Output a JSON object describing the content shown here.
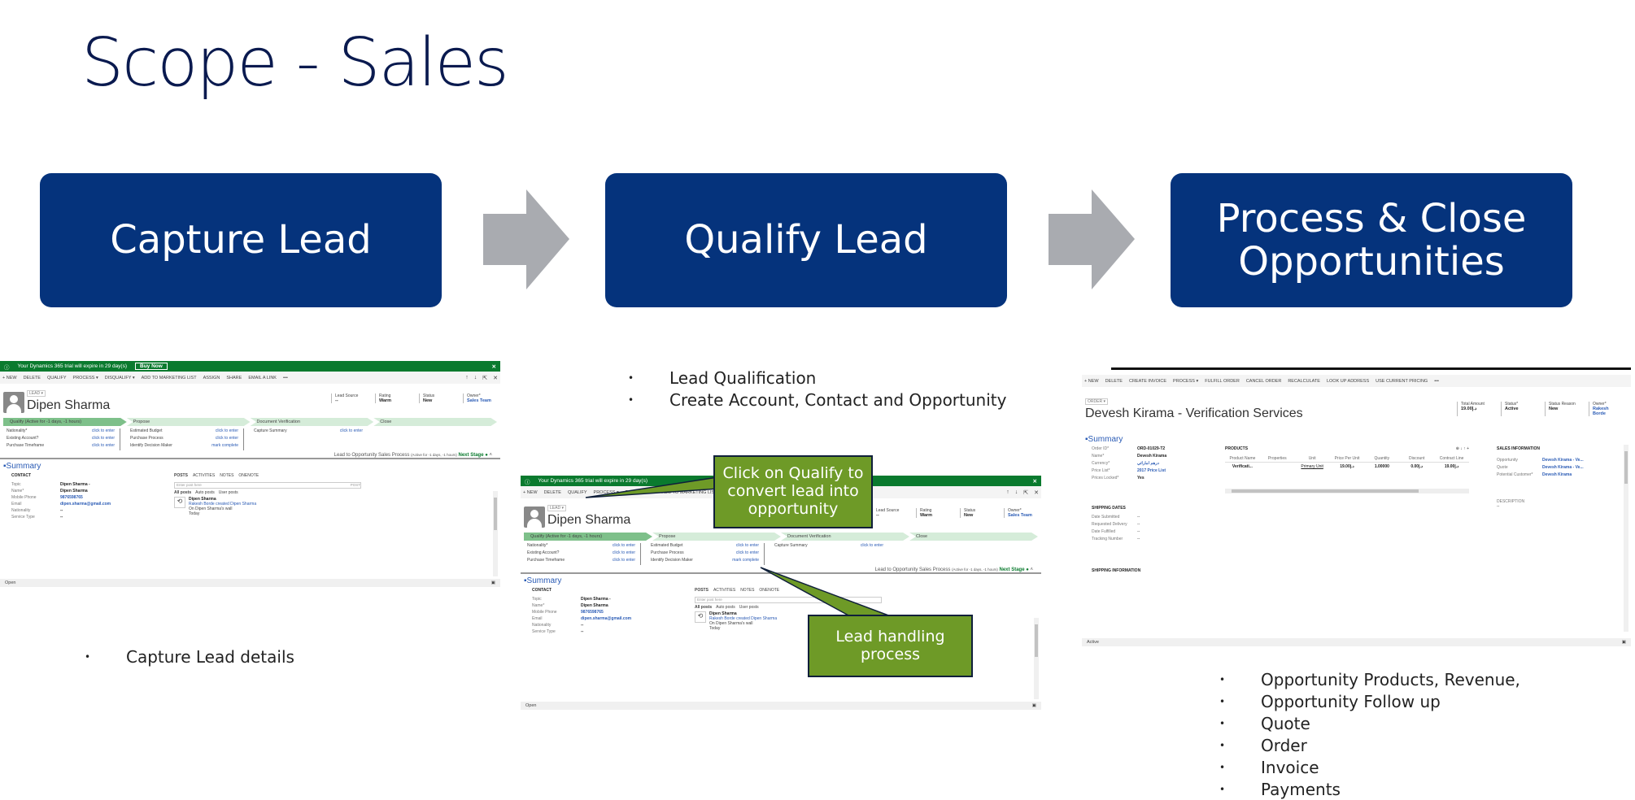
{
  "title": "Scope - Sales",
  "stages": [
    {
      "label": "Capture Lead"
    },
    {
      "label": "Process & Close Opportunities",
      "line1": "Process & Close",
      "line2": "Opportunities"
    },
    {
      "label": "Qualify Lead"
    }
  ],
  "stage_labels": {
    "capture": "Capture Lead",
    "qualify": "Qualify Lead",
    "close_line1": "Process & Close",
    "close_line2": "Opportunities"
  },
  "colors": {
    "stage_box": "#05337c",
    "arrow": "#a9abb0",
    "callout": "#6e9a27",
    "trial_bar": "#0a7a2e",
    "title": "#0a1a4f"
  },
  "capture_bullets": [
    "Capture Lead details"
  ],
  "qualify_bullets": [
    "Lead Qualification",
    "Create Account, Contact and Opportunity"
  ],
  "close_bullets": [
    "Opportunity Products, Revenue,",
    "Opportunity Follow up",
    "Quote",
    "Order",
    "Invoice",
    "Payments"
  ],
  "callouts": {
    "qualify": "Click on Qualify to convert lead into opportunity",
    "process": "Lead handling process"
  },
  "lead_screen": {
    "trial_text": "Your Dynamics 365 trial will expire in 29 day(s)",
    "buy_now": "Buy Now",
    "close": "✕",
    "commands": [
      "+ NEW",
      "DELETE",
      "QUALIFY",
      "PROCESS ▾",
      "DISQUALIFY ▾",
      "ADD TO MARKETING LIST",
      "ASSIGN",
      "SHARE",
      "EMAIL A LINK",
      "•••"
    ],
    "nav": [
      "↑",
      "↓",
      "⇱",
      "✕"
    ],
    "entity_type": "LEAD ▾",
    "name": "Dipen Sharma",
    "header_fields": [
      {
        "label": "Lead Source",
        "value": "--"
      },
      {
        "label": "Rating",
        "value": "Warm"
      },
      {
        "label": "Status",
        "value": "New"
      },
      {
        "label": "Owner*",
        "value": "Sales Team"
      }
    ],
    "bpf_stages": [
      "Qualify (Active for -1 days, -1 hours)",
      "Propose",
      "Document Verification",
      "Close"
    ],
    "steps": [
      [
        {
          "label": "Nationality*",
          "value": "click to enter"
        },
        {
          "label": "Existing Account?",
          "value": "click to enter"
        },
        {
          "label": "Purchase Timeframe",
          "value": "click to enter"
        }
      ],
      [
        {
          "label": "Estimated Budget",
          "value": "click to enter"
        },
        {
          "label": "Purchase Process",
          "value": "click to enter"
        },
        {
          "label": "Identify Decision Maker",
          "value": "mark complete"
        }
      ],
      [
        {
          "label": "Capture Summary",
          "value": "click to enter"
        }
      ]
    ],
    "process_line": "Lead to Opportunity Sales Process",
    "process_active": "(Active for -1 days, -1 hours)",
    "next_stage": "Next Stage",
    "summary": "Summary",
    "contact_section": "CONTACT",
    "contact_fields": [
      {
        "label": "Topic",
        "value": "Dipen Sharma -"
      },
      {
        "label": "Name*",
        "value": "Dipen Sharma"
      },
      {
        "label": "Mobile Phone",
        "value": "9876598765"
      },
      {
        "label": "Email",
        "value": "dipen.sharma@gmail.com"
      },
      {
        "label": "Nationality",
        "value": "--"
      },
      {
        "label": "Service Type",
        "value": "--"
      }
    ],
    "social_tabs": [
      "POSTS",
      "ACTIVITIES",
      "NOTES",
      "ONENOTE"
    ],
    "post_placeholder": "Enter post here",
    "post_button": "POST",
    "post_filters": [
      "All posts",
      "Auto posts",
      "User posts"
    ],
    "post": {
      "author": "Dipen Sharma",
      "line1": "Rakesh Borde created Dipen Sharma",
      "line2": "On Dipen Sharma's wall",
      "when": "Today"
    },
    "status": "Open"
  },
  "order_screen": {
    "commands": [
      "+ NEW",
      "DELETE",
      "CREATE INVOICE",
      "PROCESS ▾",
      "FULFILL ORDER",
      "CANCEL ORDER",
      "RECALCULATE",
      "LOOK UP ADDRESS",
      "USE CURRENT PRICING",
      "•••"
    ],
    "entity_type": "ORDER ▾",
    "name": "Devesh Kirama - Verification Services",
    "header_fields": [
      {
        "label": "Total Amount",
        "value": "19.00د.إ"
      },
      {
        "label": "Status*",
        "value": "Active"
      },
      {
        "label": "Status Reason",
        "value": "New"
      },
      {
        "label": "Owner*",
        "value": "Rakesh Borde"
      }
    ],
    "summary": "Summary",
    "fields": [
      {
        "label": "Order ID*",
        "value": "ORD-01029-T2"
      },
      {
        "label": "Name*",
        "value": "Devesh Kirama"
      },
      {
        "label": "Currency*",
        "value": "درهم اماراتي"
      },
      {
        "label": "Price List*",
        "value": "2017 Price List"
      },
      {
        "label": "Prices Locked*",
        "value": "Yes"
      }
    ],
    "products_title": "PRODUCTS",
    "product_columns": [
      "Product Name",
      "Properties",
      "Unit",
      "Price Per Unit",
      "Quantity",
      "Discount",
      "Contract Line"
    ],
    "product_rows": [
      [
        "Verificati...",
        "",
        "Primary Unit",
        "19.00د.إ",
        "1.00000",
        "0.00د.إ",
        "19.00د.إ"
      ]
    ],
    "shipping_dates_title": "SHIPPING DATES",
    "shipping_dates": [
      {
        "label": "Date Submitted",
        "value": "--"
      },
      {
        "label": "Requested Delivery",
        "value": "--"
      },
      {
        "label": "Date Fulfilled",
        "value": "--"
      },
      {
        "label": "Tracking Number",
        "value": "--"
      }
    ],
    "shipping_info_title": "SHIPPING INFORMATION",
    "sales_info_title": "SALES INFORMATION",
    "sales_info": [
      {
        "label": "Opportunity",
        "value": "Devesh Kirama - Ve..."
      },
      {
        "label": "Quote",
        "value": "Devesh Kirama - Ve..."
      },
      {
        "label": "Potential Customer*",
        "value": "Devesh Kirama"
      }
    ],
    "description_title": "DESCRIPTION",
    "description_value": "--",
    "status": "Active"
  }
}
